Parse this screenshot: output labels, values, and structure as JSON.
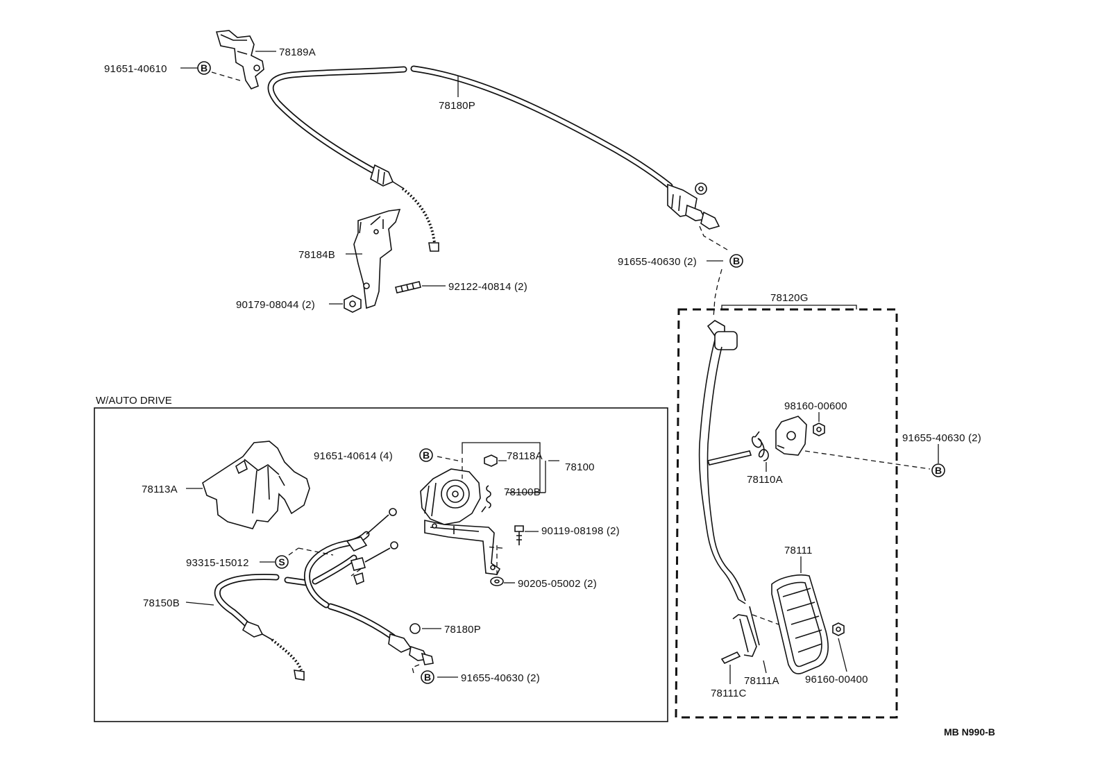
{
  "labels": {
    "p78189A": "78189A",
    "p91651_40610": "91651-40610",
    "p78180P_top": "78180P",
    "p78184B": "78184B",
    "p92122_40814": "92122-40814 (2)",
    "p90179_08044": "90179-08044 (2)",
    "p91655_40630_top": "91655-40630 (2)",
    "p78120G": "78120G",
    "p98160_00600": "98160-00600",
    "p91655_40630_right": "91655-40630 (2)",
    "p78110A": "78110A",
    "p78111": "78111",
    "p78111A": "78111A",
    "p78111C": "78111C",
    "p96160_00400": "96160-00400",
    "p78113A": "78113A",
    "p91651_40614": "91651-40614 (4)",
    "p78118A": "78118A",
    "p78100": "78100",
    "p78100B": "78100B",
    "p90119_08198": "90119-08198 (2)",
    "p93315_15012": "93315-15012",
    "p90205_05002": "90205-05002 (2)",
    "p78150B": "78150B",
    "p78180P_box": "78180P",
    "p91655_40630_box": "91655-40630 (2)"
  },
  "markers": {
    "b": "B",
    "s": "S"
  },
  "section_title": "W/AUTO DRIVE",
  "diagram_code": "MB N990-B"
}
